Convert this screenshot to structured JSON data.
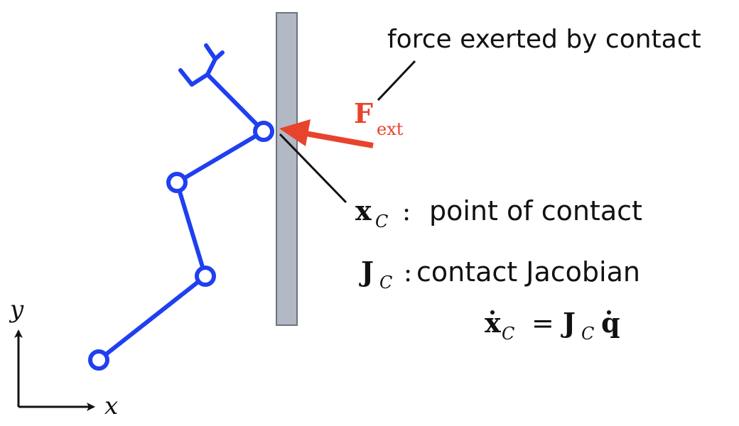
{
  "colors": {
    "robot": "#1f3ff0",
    "force": "#e8432d",
    "wall_fill": "#b3b8c5",
    "wall_stroke": "#6e7280",
    "ink": "#111111"
  },
  "labels": {
    "force_caption": "force exerted by contact",
    "force_symbol": "F",
    "force_subscript": "ext",
    "contact_point_symbol": "x",
    "contact_point_subscript": "C",
    "contact_point_colon": ":",
    "contact_point_text": "point of contact",
    "jacobian_symbol": "J",
    "jacobian_subscript": "C",
    "jacobian_colon": ":",
    "jacobian_text": "contact Jacobian",
    "equation_lhs_symbol": "x",
    "equation_lhs_subscript": "C",
    "equation_equals": "=",
    "equation_rhs_symbol": "J",
    "equation_rhs_subscript": "C",
    "equation_rhs_q": "q",
    "axis_y": "y",
    "axis_x": "x"
  },
  "icons": {
    "joint": "joint-circle-icon",
    "gripper": "gripper-icon",
    "wall": "wall-surface",
    "force_arrow": "force-arrow-icon"
  }
}
